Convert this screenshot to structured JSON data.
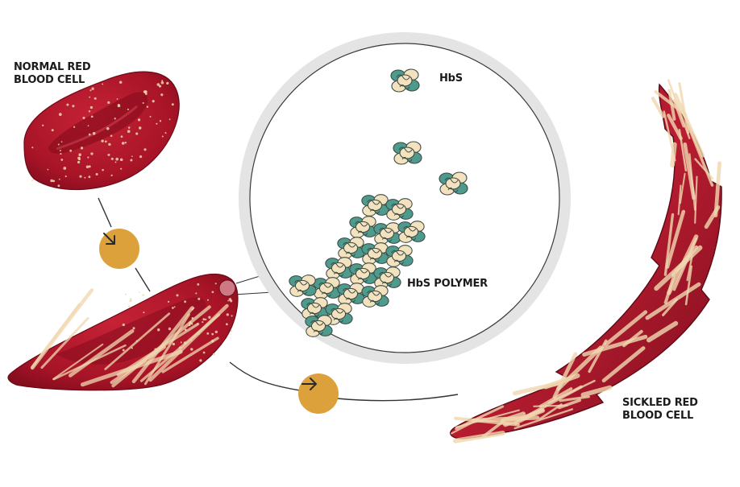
{
  "labels": {
    "normal_cell": "NORMAL RED\nBLOOD CELL",
    "sickled_cell": "SICKLED RED\nBLOOD CELL",
    "hbs": "HbS",
    "hbs_polymer": "HbS POLYMER"
  },
  "colors": {
    "cell_red": "#b3172b",
    "cell_dark": "#7a0d1b",
    "fiber_cream": "#f1d8b0",
    "arrow_gold": "#dca13b",
    "protein_teal": "#4e9a8c",
    "protein_cream": "#f3e2bd",
    "lens_gray": "#e6e6e6"
  },
  "icons": {
    "step1": "arrow-down-right-icon",
    "step2": "arrow-right-icon"
  }
}
